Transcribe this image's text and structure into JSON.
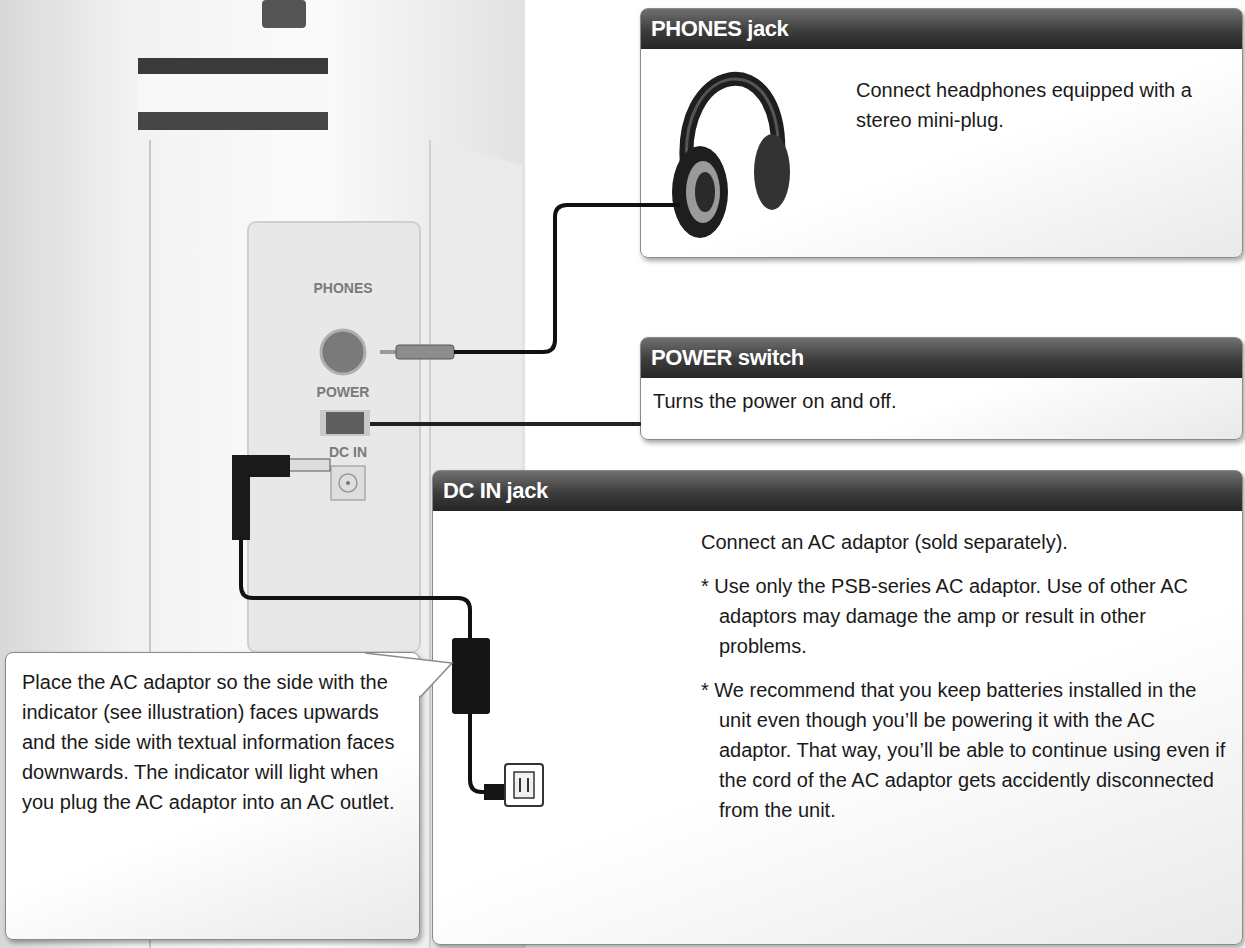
{
  "diagram": {
    "nodes": [
      {
        "text": [
          "PHONES jack",
          "Connect headphones equipped with a stereo mini-plug."
        ]
      },
      {
        "text": [
          "POWER switch",
          "Turns the power on and off."
        ]
      },
      {
        "text": [
          "DC IN jack",
          "Connect an AC adaptor (sold separately).",
          "* Use only the PSB-series AC adaptor. Use of other AC adaptors may damage the amp or result in other problems.",
          "* We recommend that you keep batteries installed in the unit even though you’ll be powering it with the AC adaptor. That way, you’ll be able to continue using even if the cord of the AC adaptor gets accidently disconnected from the unit."
        ]
      },
      {
        "text": [
          "Place the AC adaptor so the side with the indicator (see illustration) faces upwards and the side with textual information faces downwards. The indicator will light when you plug the AC adaptor into an AC outlet."
        ]
      }
    ],
    "labels": [
      "PHONES",
      "POWER",
      "DC IN"
    ]
  }
}
